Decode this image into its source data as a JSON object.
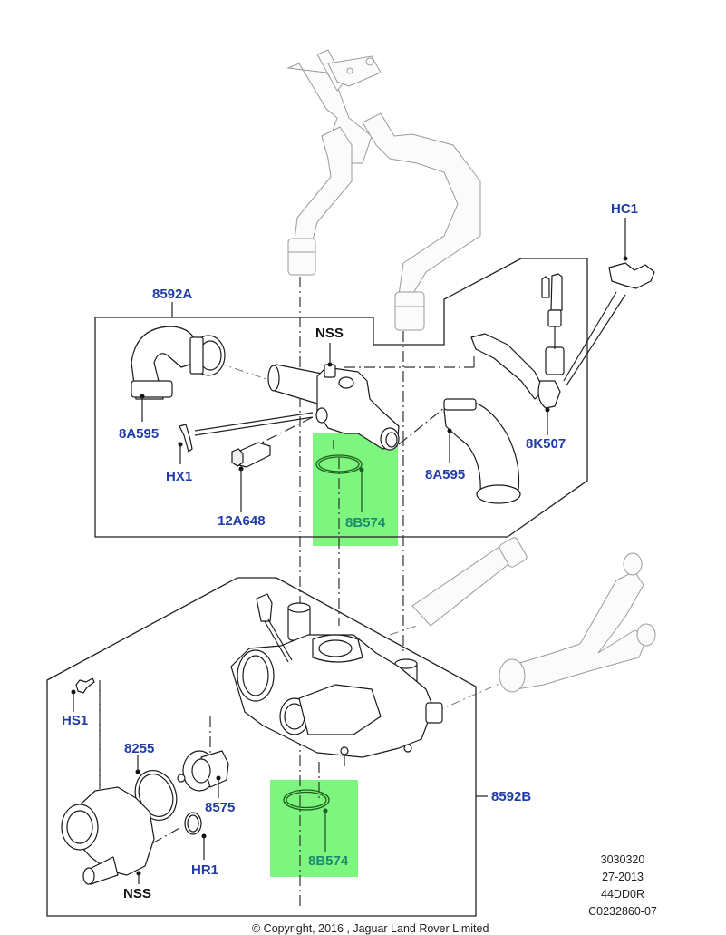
{
  "diagram": {
    "type": "exploded parts diagram",
    "subject": "Engine coolant outlet / thermostat housing assembly",
    "highlight_color": "#7ef57e",
    "label_color": "#1f3ca8",
    "highlight_label_color": "#1b8a6b"
  },
  "labels": {
    "group_a": "8592A",
    "group_b": "8592B",
    "nss_top": "NSS",
    "nss_bottom": "NSS",
    "hose_left": "8A595",
    "hose_right": "8A595",
    "clip_hx1": "HX1",
    "sensor": "12A648",
    "oring_top": "8B574",
    "oring_bottom": "8B574",
    "clip_hc1": "HC1",
    "bleed_hose": "8K507",
    "bolt": "HS1",
    "gasket": "8255",
    "thermostat": "8575",
    "ring_hr1": "HR1"
  },
  "reference": {
    "line1": "3030320",
    "line2": "27-2013",
    "line3": "44DD0R",
    "line4": "C0232860-07"
  },
  "footer": {
    "copyright": "© Copyright, 2016 , Jaguar Land Rover Limited"
  }
}
